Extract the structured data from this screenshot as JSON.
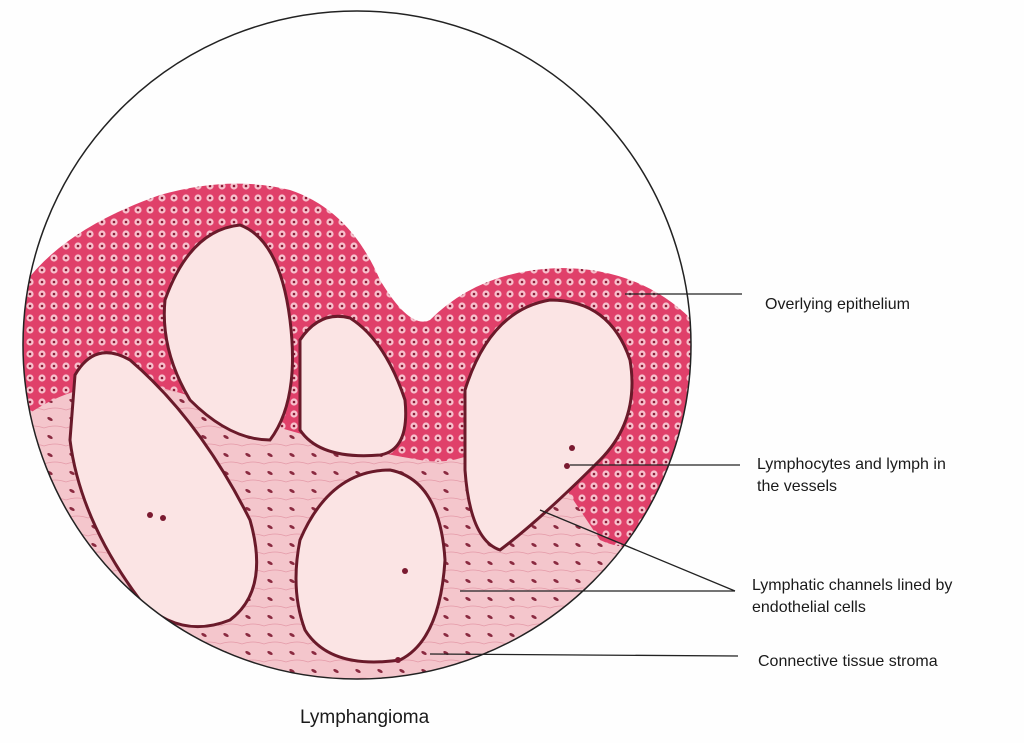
{
  "figure": {
    "caption": "Lymphangioma",
    "labels": [
      {
        "id": "epithelium",
        "lines": [
          "Overlying epithelium"
        ]
      },
      {
        "id": "lymphocytes",
        "lines": [
          "Lymphocytes and lymph in",
          "the vessels"
        ]
      },
      {
        "id": "channels",
        "lines": [
          "Lymphatic channels lined by",
          "endothelial cells"
        ]
      },
      {
        "id": "stroma",
        "lines": [
          "Connective tissue stroma"
        ]
      }
    ]
  },
  "colors": {
    "epithelium": "#e0406a",
    "stroma": "#f4c6cc",
    "lumen": "#fbe4e4",
    "nucleus": "#7a1a30",
    "outline": "#222222"
  }
}
